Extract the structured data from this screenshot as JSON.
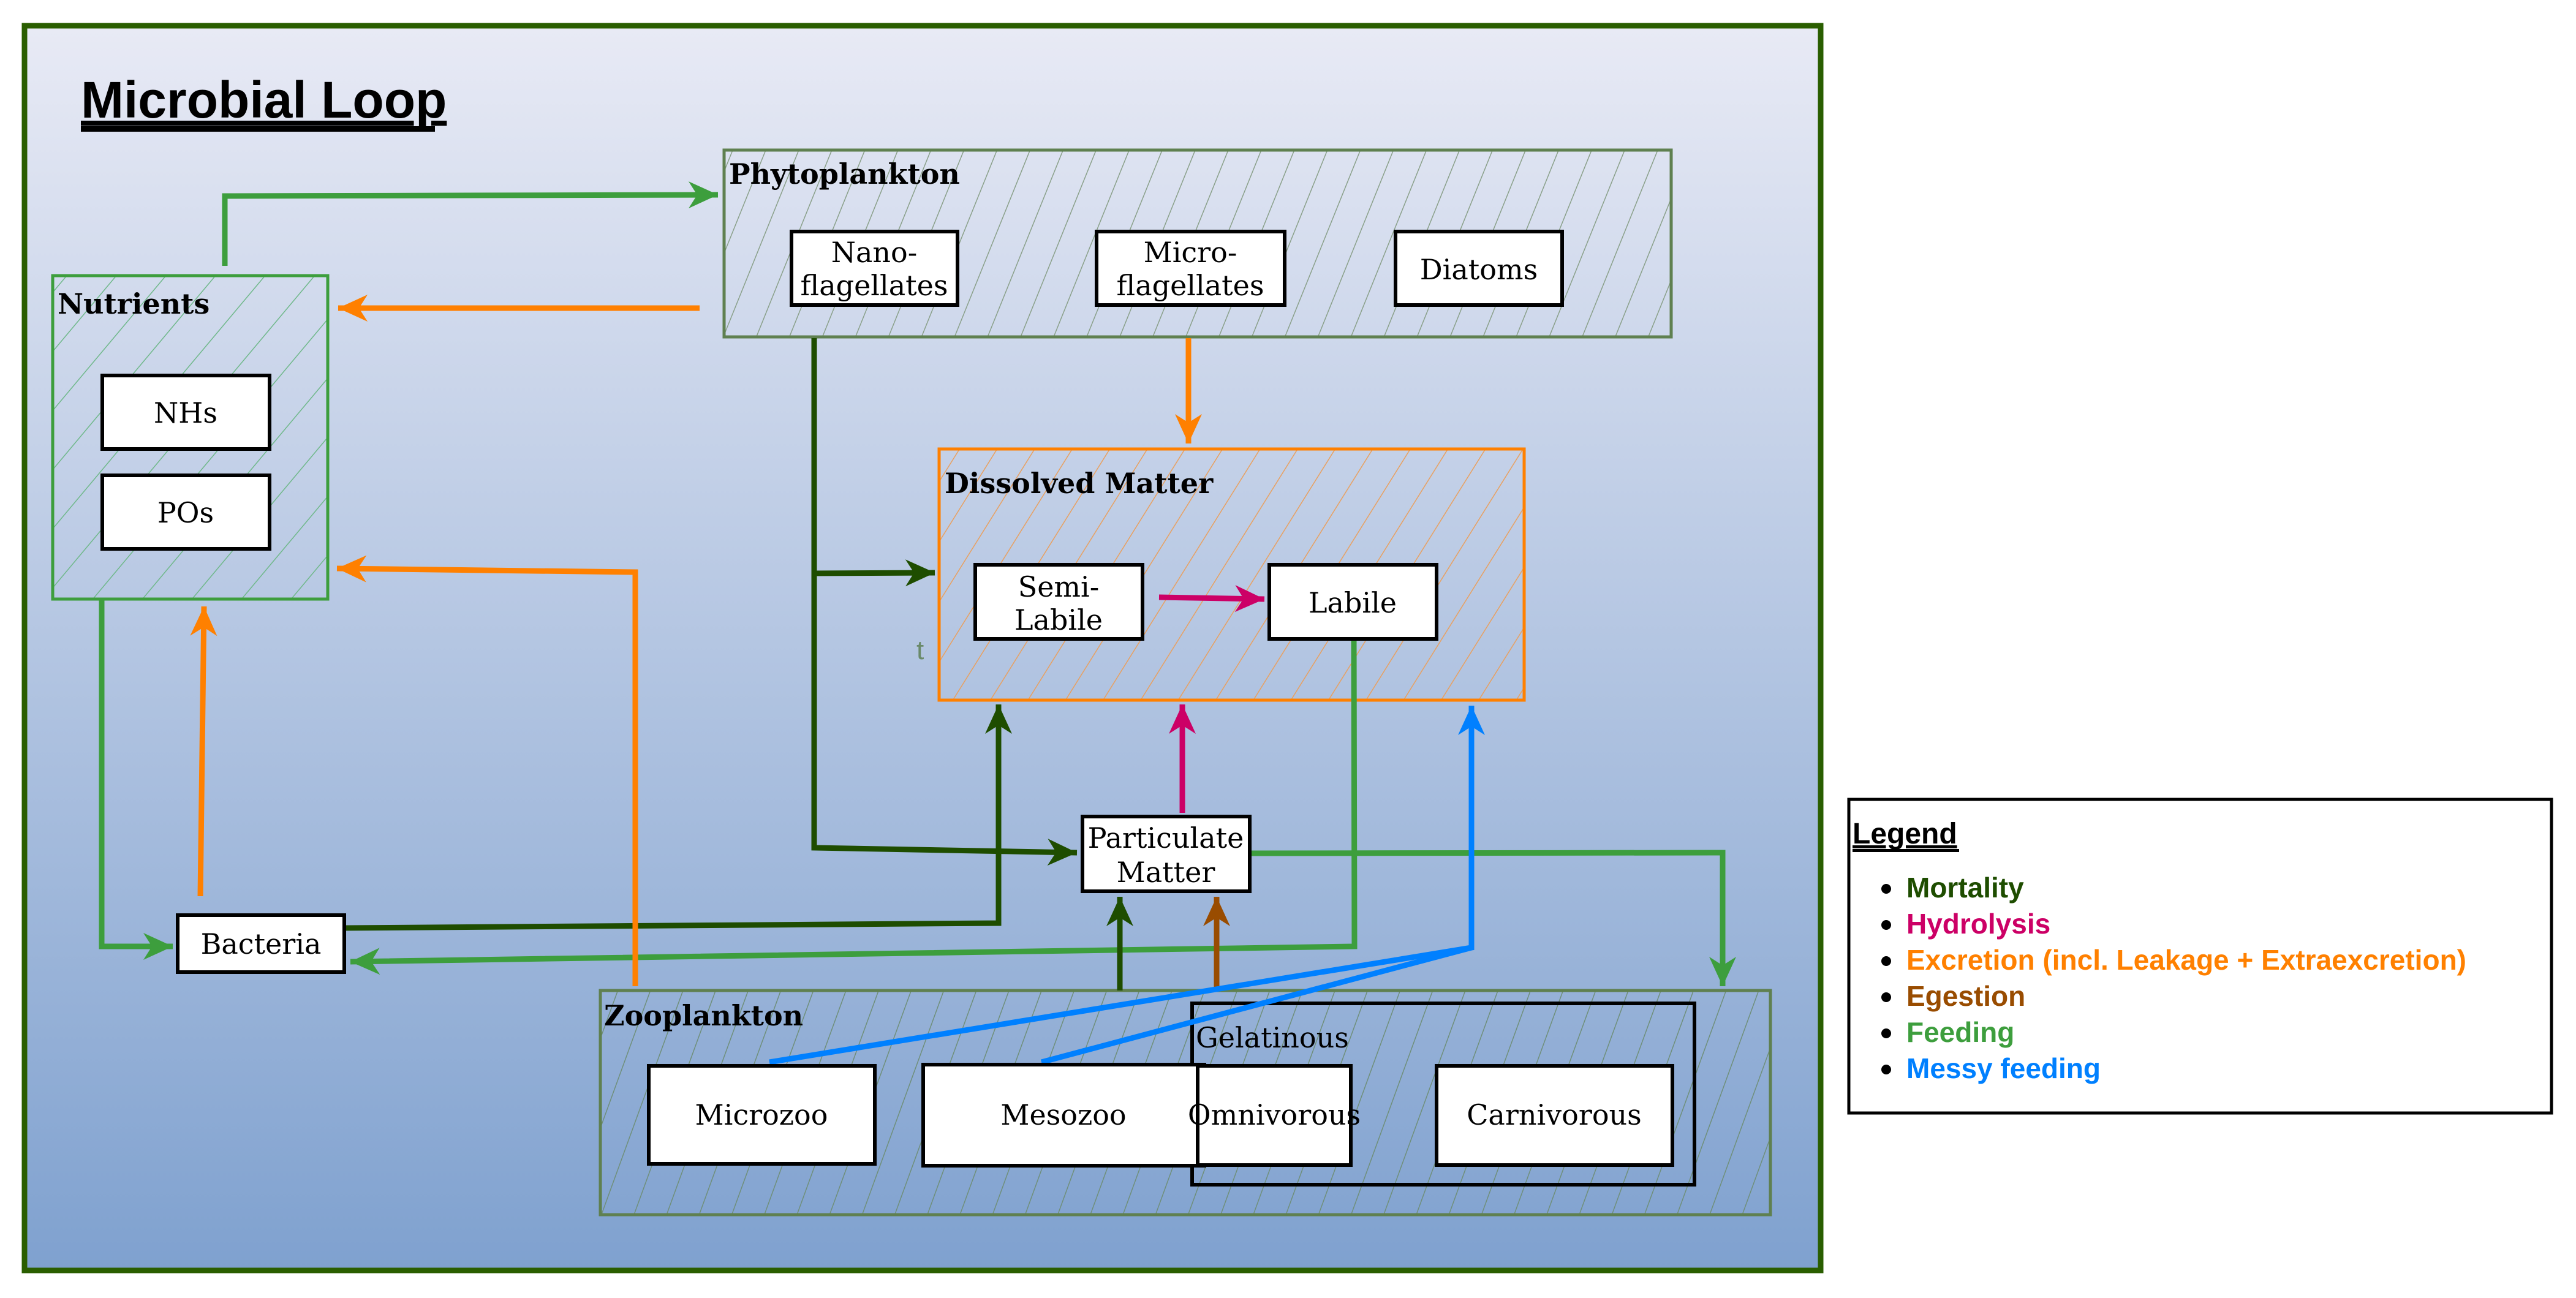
{
  "diagram": {
    "title": "Microbial Loop",
    "stray_text": "t",
    "colors": {
      "frame_border": "#2a5e00",
      "background_top": "#e8eaf5",
      "background_bottom": "#7fa1cf",
      "mortality": "#1e4d00",
      "hydrolysis": "#cc0066",
      "excretion": "#ff8000",
      "egestion": "#994c00",
      "feeding": "#3d9e3d",
      "messy_feeding": "#0080ff",
      "phyto_border": "#5f8050",
      "nutrients_border": "#3d9e3d",
      "dissolved_border": "#ff8000",
      "zoo_border": "#5f8050"
    },
    "groups": {
      "phytoplankton": {
        "label": "Phytoplankton",
        "members": [
          {
            "id": "nano",
            "lines": [
              "Nano-",
              "flagellates"
            ]
          },
          {
            "id": "micro",
            "lines": [
              "Micro-",
              "flagellates"
            ]
          },
          {
            "id": "diatoms",
            "lines": [
              "Diatoms"
            ]
          }
        ]
      },
      "nutrients": {
        "label": "Nutrients",
        "members": [
          {
            "id": "nhs",
            "lines": [
              "NHs"
            ]
          },
          {
            "id": "pos",
            "lines": [
              "POs"
            ]
          }
        ]
      },
      "dissolved": {
        "label": "Dissolved Matter",
        "members": [
          {
            "id": "semilabile",
            "lines": [
              "Semi-",
              "Labile"
            ]
          },
          {
            "id": "labile",
            "lines": [
              "Labile"
            ]
          }
        ]
      },
      "zooplankton": {
        "label": "Zooplankton",
        "members": [
          {
            "id": "microzoo",
            "lines": [
              "Microzoo"
            ]
          },
          {
            "id": "mesozoo",
            "lines": [
              "Mesozoo"
            ]
          }
        ],
        "subgroup": {
          "label": "Gelatinous",
          "members": [
            {
              "id": "omnivorous",
              "lines": [
                "Omnivorous"
              ]
            },
            {
              "id": "carnivorous",
              "lines": [
                "Carnivorous"
              ]
            }
          ]
        }
      }
    },
    "standalone_nodes": [
      {
        "id": "particulate",
        "lines": [
          "Particulate",
          "Matter"
        ]
      },
      {
        "id": "bacteria",
        "lines": [
          "Bacteria"
        ]
      }
    ],
    "edges": [
      {
        "from": "nutrients",
        "to": "phytoplankton",
        "process": "feeding"
      },
      {
        "from": "phytoplankton",
        "to": "nutrients",
        "process": "excretion"
      },
      {
        "from": "phytoplankton",
        "to": "dissolved",
        "process": "excretion"
      },
      {
        "from": "nano",
        "to": "dissolved",
        "process": "mortality"
      },
      {
        "from": "nano",
        "to": "particulate",
        "process": "mortality"
      },
      {
        "from": "semilabile",
        "to": "labile",
        "process": "hydrolysis"
      },
      {
        "from": "particulate",
        "to": "dissolved",
        "process": "hydrolysis"
      },
      {
        "from": "bacteria",
        "to": "dissolved",
        "process": "mortality"
      },
      {
        "from": "bacteria",
        "to": "nutrients",
        "process": "excretion"
      },
      {
        "from": "nutrients",
        "to": "bacteria",
        "process": "feeding"
      },
      {
        "from": "labile",
        "to": "bacteria",
        "process": "feeding"
      },
      {
        "from": "zooplankton",
        "to": "nutrients",
        "process": "excretion"
      },
      {
        "from": "zooplankton",
        "to": "particulate",
        "process": "mortality"
      },
      {
        "from": "zooplankton",
        "to": "particulate",
        "process": "egestion"
      },
      {
        "from": "particulate",
        "to": "zooplankton",
        "process": "feeding"
      },
      {
        "from": "microzoo",
        "to": "dissolved",
        "process": "messy_feeding"
      },
      {
        "from": "mesozoo",
        "to": "dissolved",
        "process": "messy_feeding"
      }
    ]
  },
  "legend": {
    "title": "Legend",
    "items": [
      {
        "key": "mortality",
        "label": "Mortality",
        "color": "#1e4d00"
      },
      {
        "key": "hydrolysis",
        "label": "Hydrolysis",
        "color": "#cc0066"
      },
      {
        "key": "excretion",
        "label": "Excretion (incl. Leakage + Extraexcretion)",
        "color": "#ff8000"
      },
      {
        "key": "egestion",
        "label": "Egestion",
        "color": "#994c00"
      },
      {
        "key": "feeding",
        "label": "Feeding",
        "color": "#3d9e3d"
      },
      {
        "key": "messy_feeding",
        "label": "Messy feeding",
        "color": "#0080ff"
      }
    ]
  }
}
